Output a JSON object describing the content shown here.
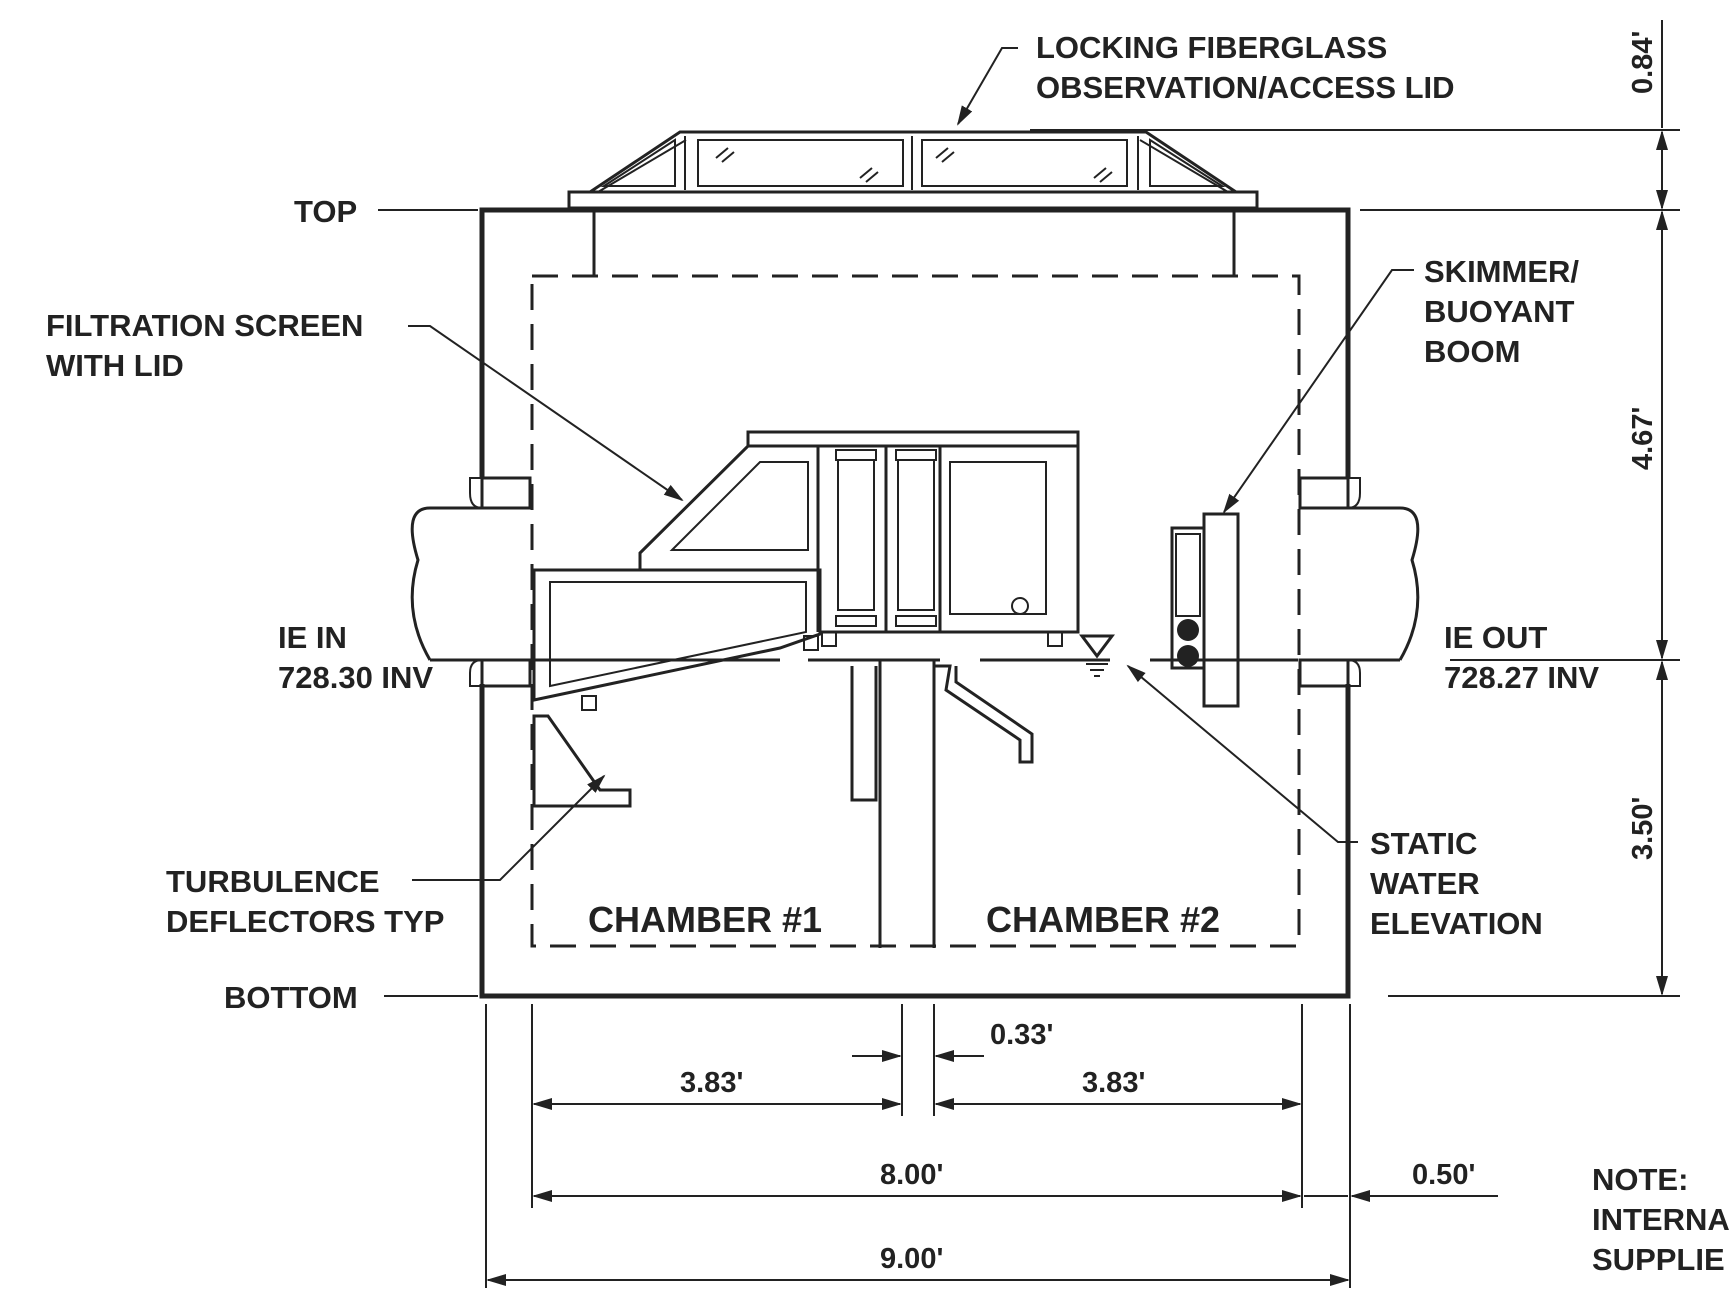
{
  "labels": {
    "lid_line1": "LOCKING FIBERGLASS",
    "lid_line2": "OBSERVATION/ACCESS LID",
    "top": "TOP",
    "bottom": "BOTTOM",
    "filtration_line1": "FILTRATION SCREEN",
    "filtration_line2": "WITH LID",
    "skimmer_line1": "SKIMMER/",
    "skimmer_line2": "BUOYANT",
    "skimmer_line3": "BOOM",
    "ie_in_line1": "IE IN",
    "ie_in_line2": "728.30 INV",
    "ie_out_line1": "IE OUT",
    "ie_out_line2": "728.27 INV",
    "turbulence_line1": "TURBULENCE",
    "turbulence_line2": "DEFLECTORS TYP",
    "chamber1": "CHAMBER #1",
    "chamber2": "CHAMBER #2",
    "static_line1": "STATIC",
    "static_line2": "WATER",
    "static_line3": "ELEVATION",
    "note_line1": "NOTE:",
    "note_line2": "INTERNA",
    "note_line3": "SUPPLIE"
  },
  "dimensions": {
    "lid_height": "0.84'",
    "upper_height": "4.67'",
    "lower_height": "3.50'",
    "baffle": "0.33'",
    "chamber1_width": "3.83'",
    "chamber2_width": "3.83'",
    "inner_width": "8.00'",
    "wall": "0.50'",
    "outer_width": "9.00'"
  }
}
